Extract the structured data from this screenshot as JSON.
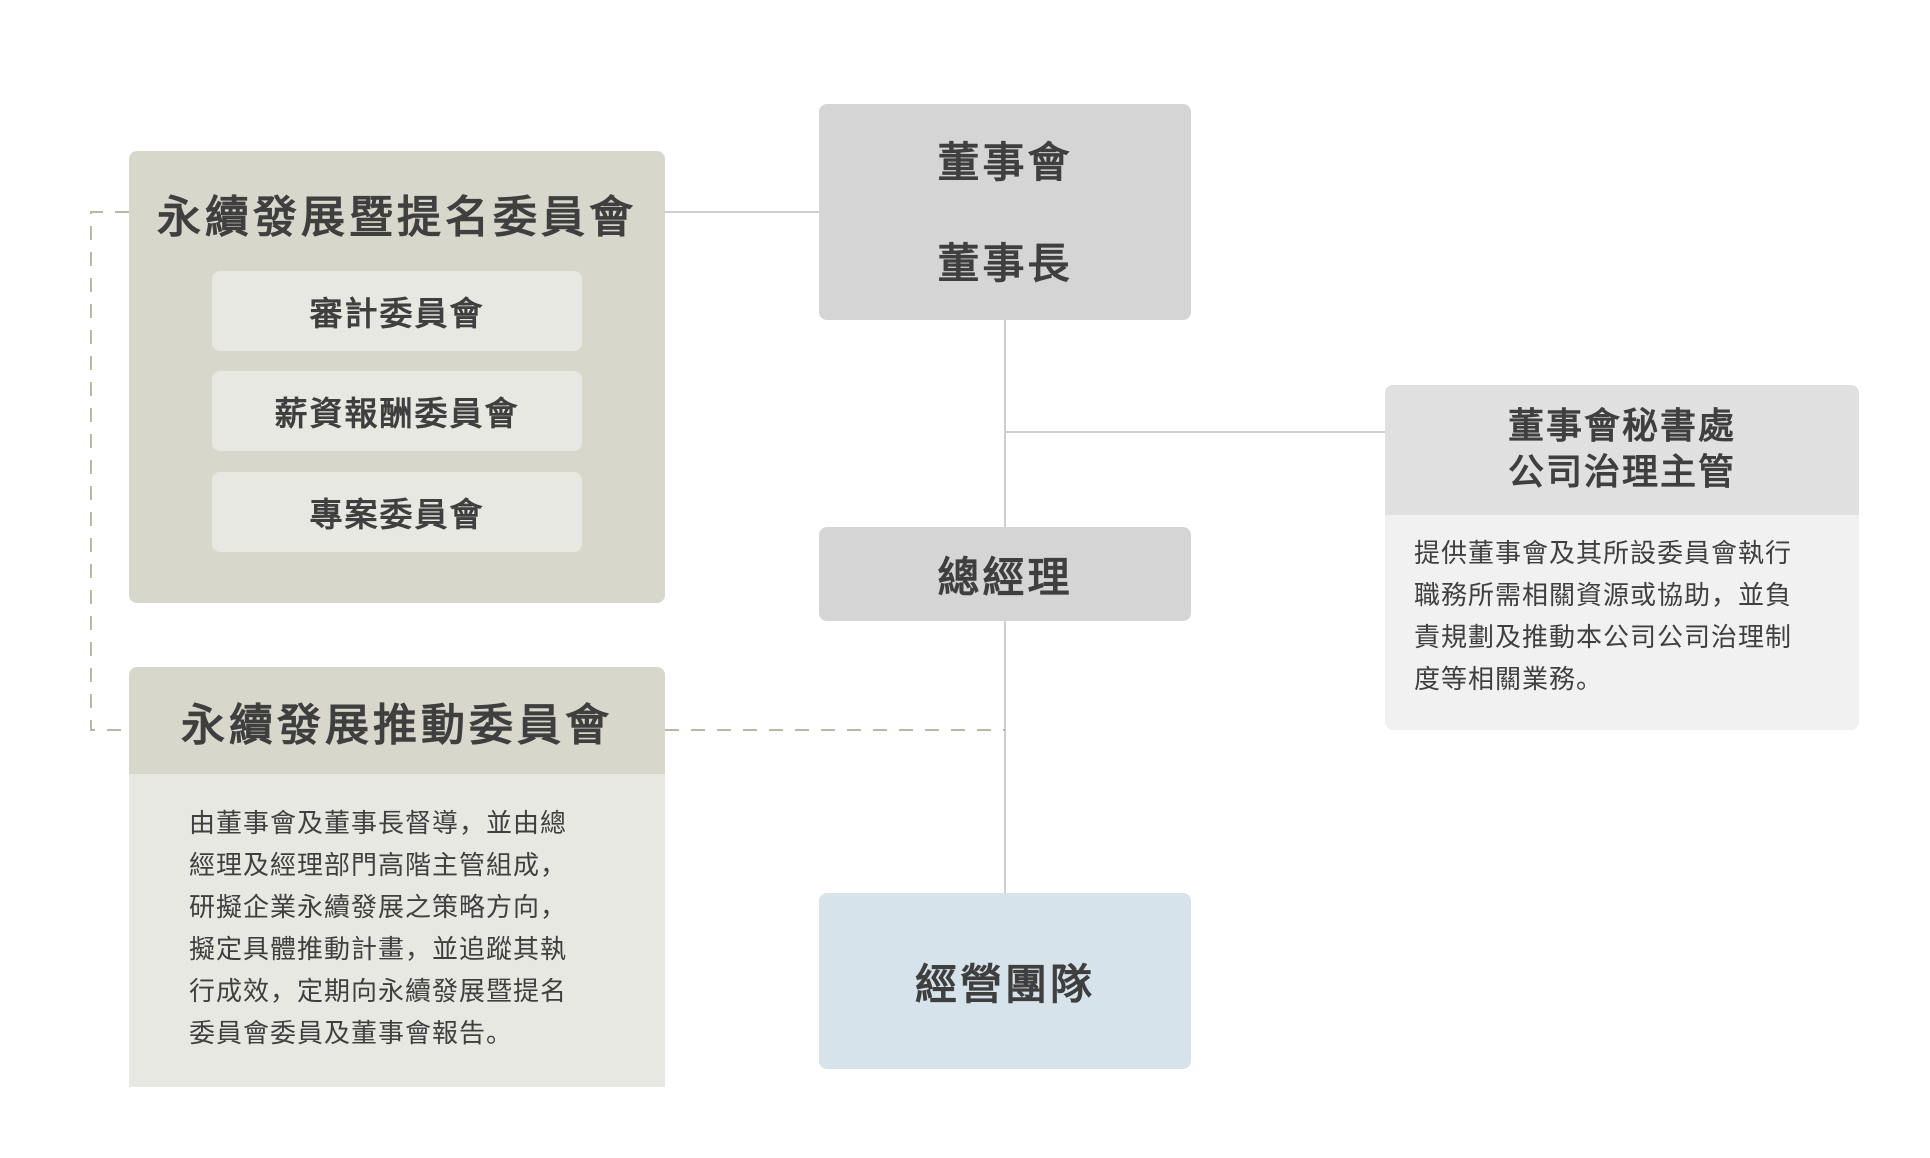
{
  "nodes": {
    "committee_group": {
      "title": "永續發展暨提名委員會",
      "subcommittees": [
        {
          "label": "審計委員會"
        },
        {
          "label": "薪資報酬委員會"
        },
        {
          "label": "專案委員會"
        }
      ]
    },
    "board": {
      "label": "董事會"
    },
    "chairman": {
      "label": "董事長"
    },
    "general_manager": {
      "label": "總經理"
    },
    "management_team": {
      "label": "經營團隊"
    },
    "secretariat": {
      "title_line1": "董事會秘書處",
      "title_line2": "公司治理主管",
      "description": "提供董事會及其所設委員會執行\n職務所需相關資源或協助，並負\n責規劃及推動本公司公司治理制\n度等相關業務。"
    },
    "promotion_committee": {
      "title": "永續發展推動委員會",
      "description": "由董事會及董事長督導，並由總\n經理及經理部門高階主管組成，\n研擬企業永續發展之策略方向，\n擬定具體推動計畫，並追蹤其執\n行成效，定期向永續發展暨提名\n委員會委員及董事會報告。"
    }
  },
  "colors": {
    "committee_header": "#d8d7cb",
    "committee_body": "#e8e8e3",
    "board_gray": "#d5d5d5",
    "team_blue": "#d6e3ea",
    "secretariat_header": "#e0e0e0",
    "secretariat_body": "#f1f1f1",
    "solid_line": "#cfcfcf",
    "dashed_line": "#b9b9a3",
    "text": "#3f3f3f"
  }
}
